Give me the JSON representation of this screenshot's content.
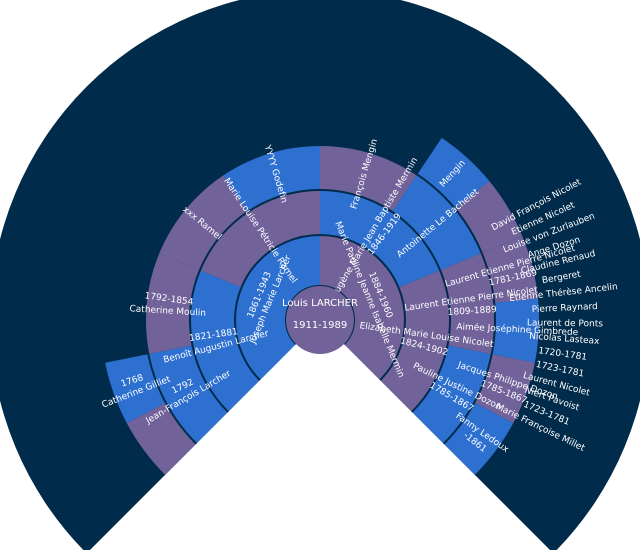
{
  "colors": {
    "background": "#002b4a",
    "male": "#2e70d0",
    "female": "#71629a",
    "root": "#71629a",
    "text": "#ffffff"
  },
  "root": {
    "name": "Louis LARCHER",
    "dates": "1911-1989"
  },
  "generations": [
    {
      "slots": [
        {
          "name": "Joseph Marie Larcher",
          "dates": "1861-1943",
          "gender": "m"
        },
        {
          "name": "Marie Pauline Jeanne Isabelle Mermin",
          "dates": "1884-1960",
          "gender": "f"
        }
      ]
    },
    {
      "slots": [
        {
          "name": "Benoît Augustin Larcher",
          "dates": "1821-1881",
          "gender": "m"
        },
        {
          "name": "Marie Louise Pétricie Ramel",
          "dates": "",
          "gender": "f"
        },
        {
          "name": "Eugène Marie Jean Baptiste Mermin",
          "dates": "1846-1919",
          "gender": "m"
        },
        {
          "name": "Elizabeth Marie Louise Nicolet",
          "dates": "1824-1902",
          "gender": "f"
        }
      ]
    },
    {
      "slots": [
        {
          "name": "Jean-François Larcher",
          "dates": "1792",
          "gender": "m"
        },
        {
          "name": "Catherine Moulin",
          "dates": "1792-1854",
          "gender": "f"
        },
        {
          "name": "xxx Ramel",
          "dates": "",
          "gender": "f"
        },
        {
          "name": "YYYY Godefin",
          "dates": "",
          "gender": "m"
        },
        {
          "name": "François Mengin",
          "dates": "",
          "gender": "f"
        },
        {
          "name": "Antoinette Le Bachelet",
          "dates": "",
          "gender": "m"
        },
        {
          "name": "Laurent Etienne Pierre Nicolet",
          "dates": "1809-1889",
          "gender": "f"
        },
        {
          "name": "Pauline Justine Dozon",
          "dates": "1785-1867",
          "gender": "m"
        }
      ]
    },
    {
      "slots": [
        {
          "name": "",
          "dates": "",
          "gender": "f",
          "visible": true
        },
        {
          "name": "Catherine Gilliet",
          "dates": "1768",
          "gender": "m",
          "visible": true
        },
        {
          "name": "",
          "dates": "",
          "gender": "m",
          "visible": false
        },
        {
          "name": "",
          "dates": "",
          "gender": "m",
          "visible": false
        },
        {
          "name": "",
          "dates": "",
          "gender": "m",
          "visible": false
        },
        {
          "name": "",
          "dates": "",
          "gender": "m",
          "visible": false
        },
        {
          "name": "",
          "dates": "",
          "gender": "m",
          "visible": false
        },
        {
          "name": "",
          "dates": "",
          "gender": "m",
          "visible": false
        },
        {
          "name": "",
          "dates": "",
          "gender": "m",
          "visible": false
        },
        {
          "name": "",
          "dates": "",
          "gender": "m",
          "visible": false
        },
        {
          "name": "Mengin",
          "dates": "",
          "gender": "m",
          "visible": true
        },
        {
          "name": "",
          "dates": "",
          "gender": "f",
          "visible": true
        },
        {
          "name": "Laurent Etienne Pierre Nicolet",
          "dates": "1781-1869",
          "gender": "f",
          "visible": true
        },
        {
          "name": "Aimée Joséphine Gimbrede",
          "dates": "",
          "gender": "m",
          "visible": true
        },
        {
          "name": "Jacques Philippe Dozon",
          "dates": "1785-1867",
          "gender": "f",
          "visible": true
        },
        {
          "name": "Fanny Ledoux",
          "dates": "-1861",
          "gender": "m",
          "visible": true
        }
      ]
    }
  ],
  "fifth_generation_text": [
    "David François Nicolet",
    "Etienne Nicolet",
    "Louise von Zurlauben",
    "Ange Dozon",
    "Claudine Renaud",
    "Bergeret",
    "Etienne Thérèse Ancelin",
    "Pierre Raynard",
    "Laurent de Ponts",
    "Nicolas Lasteax",
    "1720-1781",
    "1723-1781",
    "Laurent Nicolet",
    "Niert Pavoist",
    "1723-1781",
    "Marie Françoise Millet"
  ]
}
